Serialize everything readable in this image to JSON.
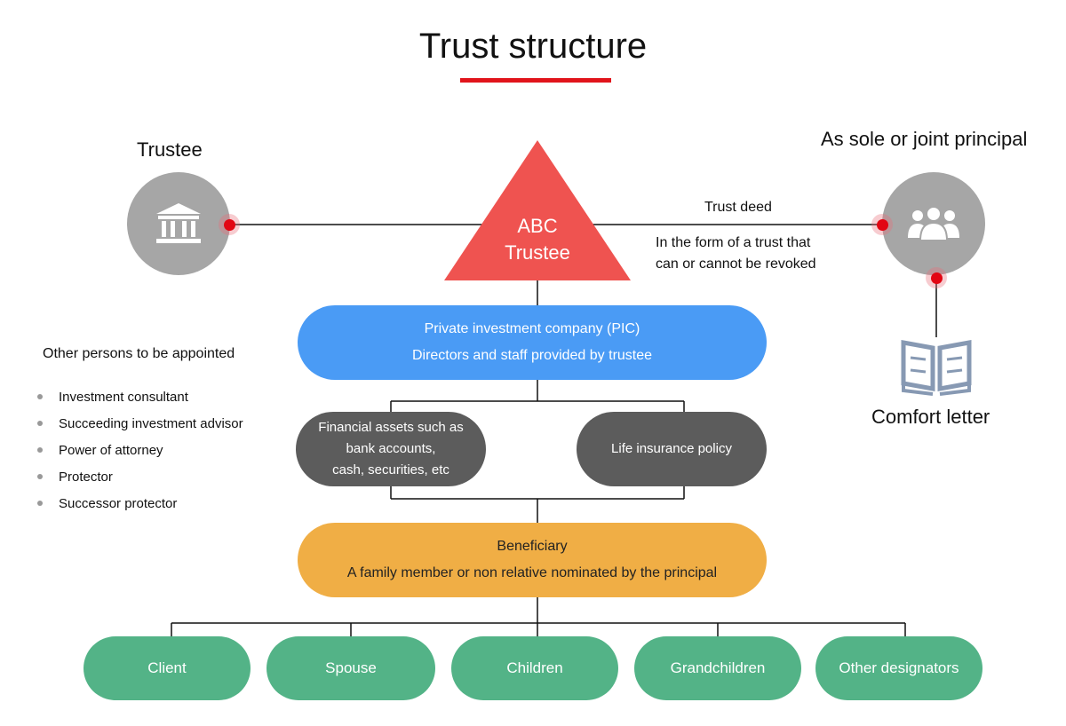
{
  "title": "Trust structure",
  "colors": {
    "accent_red": "#e1141b",
    "trustee_triangle": "#ef5350",
    "pic": "#4a9bf5",
    "assets": "#5c5c5c",
    "beneficiary": "#f0ae45",
    "members": "#53b387",
    "circle_grey": "#a6a6a6",
    "document_icon": "#8799b3"
  },
  "trustee": {
    "label": "Trustee",
    "icon": "bank-icon"
  },
  "principal": {
    "label": "As sole or joint principal",
    "icon": "people-group-icon"
  },
  "abc_trustee": {
    "line1": "ABC",
    "line2": "Trustee"
  },
  "trust_deed": {
    "label": "Trust deed",
    "note_line1": "In the form of a trust that",
    "note_line2": "can or cannot be revoked"
  },
  "comfort_letter": {
    "label": "Comfort letter",
    "icon": "open-book-icon"
  },
  "pic": {
    "line1": "Private investment company (PIC)",
    "line2": "Directors and staff provided by trustee"
  },
  "assets": {
    "financial": [
      "Financial assets such as",
      "bank accounts,",
      "cash, securities, etc"
    ],
    "insurance": "Life insurance policy"
  },
  "beneficiary": {
    "line1": "Beneficiary",
    "line2": "A family member or non relative nominated by the principal"
  },
  "members": [
    "Client",
    "Spouse",
    "Children",
    "Grandchildren",
    "Other designators"
  ],
  "others": {
    "title": "Other persons to be appointed",
    "items": [
      "Investment consultant",
      "Succeeding investment advisor",
      "Power of attorney",
      "Protector",
      "Successor protector"
    ]
  }
}
